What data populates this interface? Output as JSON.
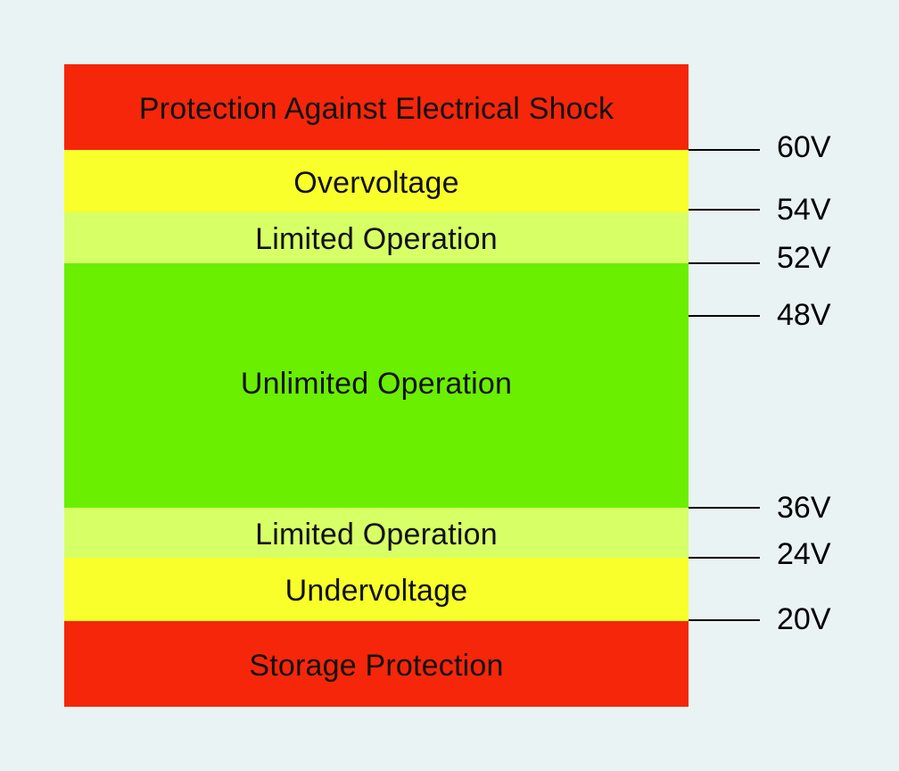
{
  "bands": [
    {
      "label": "Protection Against Electrical Shock",
      "color": "#f5260a"
    },
    {
      "label": "Overvoltage",
      "color": "#f8ff2a"
    },
    {
      "label": "Limited Operation",
      "color": "#d7ff66"
    },
    {
      "label": "Unlimited Operation",
      "color": "#6aef00"
    },
    {
      "label": "Limited Operation",
      "color": "#d7ff66"
    },
    {
      "label": "Undervoltage",
      "color": "#f8ff2a"
    },
    {
      "label": "Storage Protection",
      "color": "#f5260a"
    }
  ],
  "voltage_markers": [
    "60V",
    "54V",
    "52V",
    "48V",
    "36V",
    "24V",
    "20V"
  ]
}
